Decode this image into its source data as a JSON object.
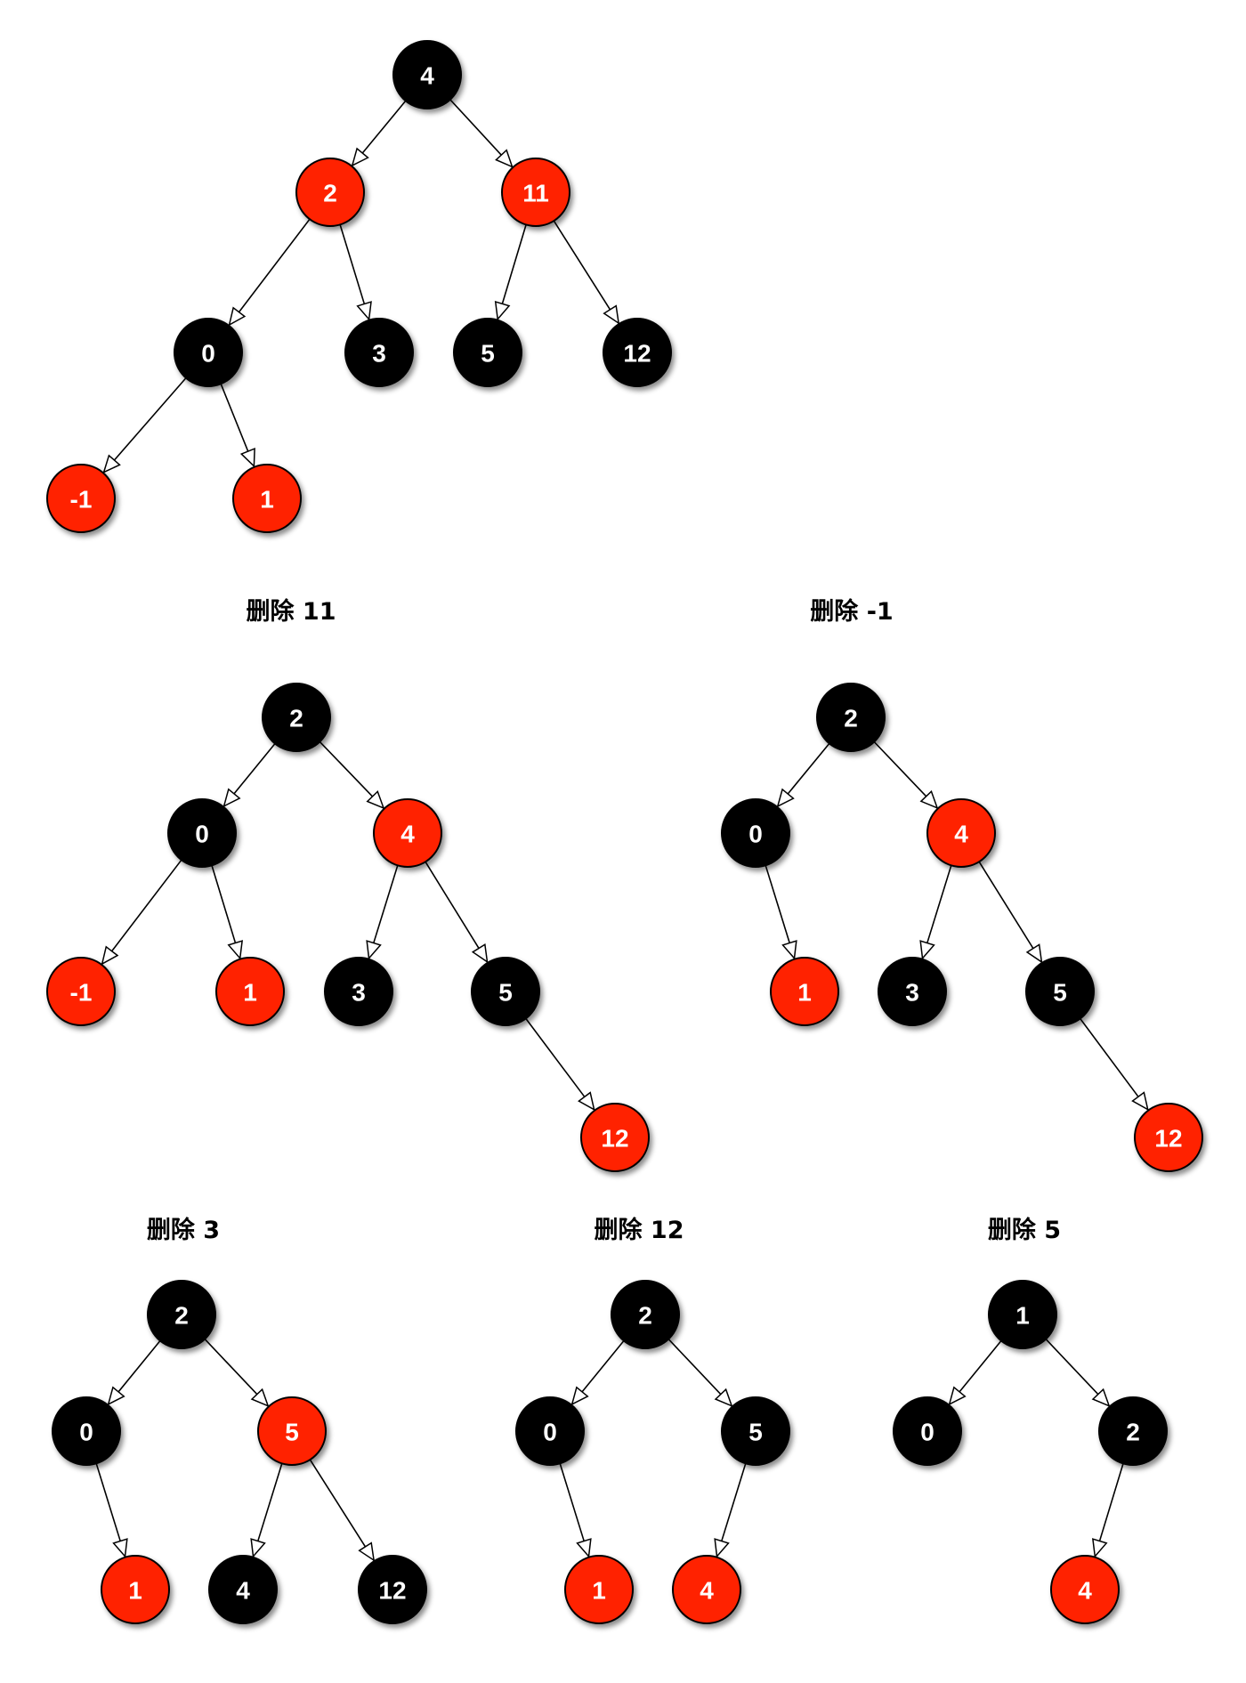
{
  "colors": {
    "red": "#ff2200",
    "black": "#000000",
    "edge": "#000000",
    "label": "#ffffff"
  },
  "captions": {
    "delete_11": "删除 11",
    "delete_neg1": "删除 -1",
    "delete_3": "删除 3",
    "delete_12": "删除 12",
    "delete_5": "删除 5"
  },
  "trees": [
    {
      "id": "initial",
      "caption": "",
      "nodes": [
        {
          "id": "n4",
          "label": "4",
          "color": "black"
        },
        {
          "id": "n2",
          "label": "2",
          "color": "red"
        },
        {
          "id": "n11",
          "label": "11",
          "color": "red"
        },
        {
          "id": "n0",
          "label": "0",
          "color": "black"
        },
        {
          "id": "n3",
          "label": "3",
          "color": "black"
        },
        {
          "id": "n5",
          "label": "5",
          "color": "black"
        },
        {
          "id": "n12",
          "label": "12",
          "color": "black"
        },
        {
          "id": "nm1",
          "label": "-1",
          "color": "red"
        },
        {
          "id": "n1",
          "label": "1",
          "color": "red"
        }
      ],
      "edges": [
        [
          "n4",
          "n2"
        ],
        [
          "n4",
          "n11"
        ],
        [
          "n2",
          "n0"
        ],
        [
          "n2",
          "n3"
        ],
        [
          "n11",
          "n5"
        ],
        [
          "n11",
          "n12"
        ],
        [
          "n0",
          "nm1"
        ],
        [
          "n0",
          "n1"
        ]
      ]
    },
    {
      "id": "after_delete_11",
      "caption": "删除 11",
      "nodes": [
        {
          "id": "n2",
          "label": "2",
          "color": "black"
        },
        {
          "id": "n0",
          "label": "0",
          "color": "black"
        },
        {
          "id": "n4",
          "label": "4",
          "color": "red"
        },
        {
          "id": "nm1",
          "label": "-1",
          "color": "red"
        },
        {
          "id": "n1",
          "label": "1",
          "color": "red"
        },
        {
          "id": "n3",
          "label": "3",
          "color": "black"
        },
        {
          "id": "n5",
          "label": "5",
          "color": "black"
        },
        {
          "id": "n12",
          "label": "12",
          "color": "red"
        }
      ],
      "edges": [
        [
          "n2",
          "n0"
        ],
        [
          "n2",
          "n4"
        ],
        [
          "n0",
          "nm1"
        ],
        [
          "n0",
          "n1"
        ],
        [
          "n4",
          "n3"
        ],
        [
          "n4",
          "n5"
        ],
        [
          "n5",
          "n12"
        ]
      ]
    },
    {
      "id": "after_delete_neg1",
      "caption": "删除 -1",
      "nodes": [
        {
          "id": "n2",
          "label": "2",
          "color": "black"
        },
        {
          "id": "n0",
          "label": "0",
          "color": "black"
        },
        {
          "id": "n4",
          "label": "4",
          "color": "red"
        },
        {
          "id": "n1",
          "label": "1",
          "color": "red"
        },
        {
          "id": "n3",
          "label": "3",
          "color": "black"
        },
        {
          "id": "n5",
          "label": "5",
          "color": "black"
        },
        {
          "id": "n12",
          "label": "12",
          "color": "red"
        }
      ],
      "edges": [
        [
          "n2",
          "n0"
        ],
        [
          "n2",
          "n4"
        ],
        [
          "n0",
          "n1"
        ],
        [
          "n4",
          "n3"
        ],
        [
          "n4",
          "n5"
        ],
        [
          "n5",
          "n12"
        ]
      ]
    },
    {
      "id": "after_delete_3",
      "caption": "删除 3",
      "nodes": [
        {
          "id": "n2",
          "label": "2",
          "color": "black"
        },
        {
          "id": "n0",
          "label": "0",
          "color": "black"
        },
        {
          "id": "n5",
          "label": "5",
          "color": "red"
        },
        {
          "id": "n1",
          "label": "1",
          "color": "red"
        },
        {
          "id": "n4",
          "label": "4",
          "color": "black"
        },
        {
          "id": "n12",
          "label": "12",
          "color": "black"
        }
      ],
      "edges": [
        [
          "n2",
          "n0"
        ],
        [
          "n2",
          "n5"
        ],
        [
          "n0",
          "n1"
        ],
        [
          "n5",
          "n4"
        ],
        [
          "n5",
          "n12"
        ]
      ]
    },
    {
      "id": "after_delete_12",
      "caption": "删除 12",
      "nodes": [
        {
          "id": "n2",
          "label": "2",
          "color": "black"
        },
        {
          "id": "n0",
          "label": "0",
          "color": "black"
        },
        {
          "id": "n5",
          "label": "5",
          "color": "black"
        },
        {
          "id": "n1",
          "label": "1",
          "color": "red"
        },
        {
          "id": "n4",
          "label": "4",
          "color": "red"
        }
      ],
      "edges": [
        [
          "n2",
          "n0"
        ],
        [
          "n2",
          "n5"
        ],
        [
          "n0",
          "n1"
        ],
        [
          "n5",
          "n4"
        ]
      ]
    },
    {
      "id": "after_delete_5",
      "caption": "删除 5",
      "nodes": [
        {
          "id": "n1",
          "label": "1",
          "color": "black"
        },
        {
          "id": "n0",
          "label": "0",
          "color": "black"
        },
        {
          "id": "n2",
          "label": "2",
          "color": "black"
        },
        {
          "id": "n4",
          "label": "4",
          "color": "red"
        }
      ],
      "edges": [
        [
          "n1",
          "n0"
        ],
        [
          "n1",
          "n2"
        ],
        [
          "n2",
          "n4"
        ]
      ]
    }
  ]
}
